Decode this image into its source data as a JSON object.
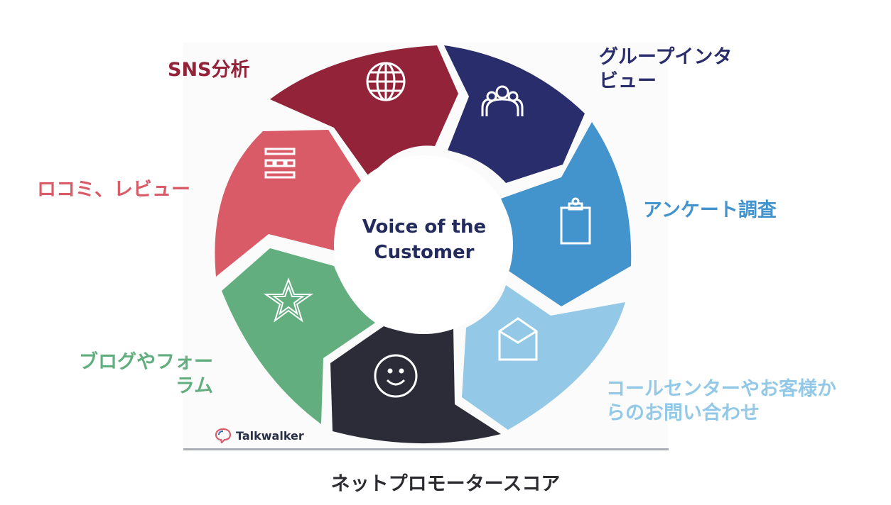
{
  "diagram": {
    "center": {
      "line1": "Voice of the",
      "line2": "Customer"
    },
    "segments": [
      {
        "id": "sns",
        "label": "SNS分析",
        "icon": "globe-icon",
        "color": "#932339"
      },
      {
        "id": "group-interview",
        "label_line1": "グループインタ",
        "label_line2": "ビュー",
        "icon": "group-icon",
        "color": "#2a2d6b"
      },
      {
        "id": "survey",
        "label": "アンケート調査",
        "icon": "clipboard-icon",
        "color": "#4393cd"
      },
      {
        "id": "call-center",
        "label_line1": "コールセンターやお客様か",
        "label_line2": "らのお問い合わせ",
        "icon": "envelope-icon",
        "color": "#93c9e6"
      },
      {
        "id": "nps",
        "label": "ネットプロモータースコア",
        "icon": "smiley-icon",
        "color": "#2b2c38"
      },
      {
        "id": "blogs",
        "label_line1": "ブログやフォー",
        "label_line2": "ラム",
        "icon": "star-icon",
        "color": "#63ae7f"
      },
      {
        "id": "reviews",
        "label": "ロコミ、レビュー",
        "icon": "list-icon",
        "color": "#d95b68"
      }
    ]
  },
  "brand": {
    "name": "Talkwalker"
  }
}
